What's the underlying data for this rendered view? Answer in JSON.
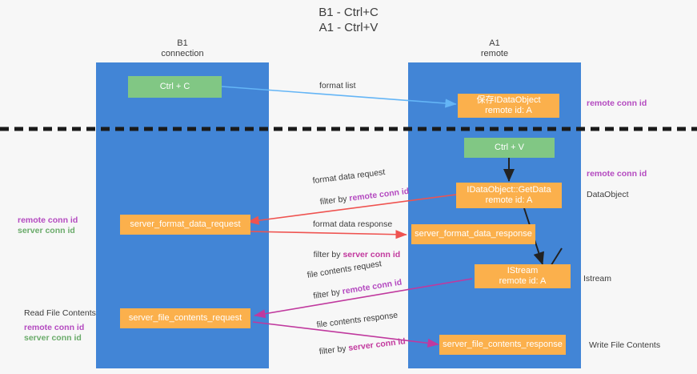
{
  "title": "B1 - Ctrl+C\nA1 - Ctrl+V",
  "lanes": [
    {
      "id": "b1",
      "header": "B1\nconnection"
    },
    {
      "id": "a1",
      "header": "A1\nremote"
    }
  ],
  "nodes": [
    {
      "id": "ctrl-c",
      "label": "Ctrl + C",
      "color": "green"
    },
    {
      "id": "save-idataobject",
      "label": "保存IDataObject\nremote id: A",
      "color": "orange"
    },
    {
      "id": "ctrl-v",
      "label": "Ctrl + V",
      "color": "green"
    },
    {
      "id": "idataobject-getdata",
      "label": "IDataObject::GetData\nremote id: A",
      "color": "orange"
    },
    {
      "id": "server-format-data-request",
      "label": "server_format_data_request",
      "color": "orange"
    },
    {
      "id": "server-format-data-response",
      "label": "server_format_data_response",
      "color": "orange"
    },
    {
      "id": "istream",
      "label": "IStream\nremote id: A",
      "color": "orange"
    },
    {
      "id": "server-file-contents-request",
      "label": "server_file_contents_request",
      "color": "orange"
    },
    {
      "id": "server-file-contents-response",
      "label": "server_file_contents_response",
      "color": "orange"
    }
  ],
  "edge_labels": {
    "format_list": "format list",
    "format_data_request": "format data request",
    "format_data_request_filter_prefix": "filter by ",
    "format_data_request_filter_key": "remote conn id",
    "format_data_response": "format data response",
    "format_data_response_filter_prefix": "filter by ",
    "format_data_response_filter_key": "server conn id",
    "file_contents_request": "file contents request",
    "file_contents_request_filter_prefix": "filter by ",
    "file_contents_request_filter_key": "remote conn id",
    "file_contents_response": "file contents response",
    "file_contents_response_filter_prefix": "filter by ",
    "file_contents_response_filter_key": "server conn id"
  },
  "side_labels": {
    "right_remote_conn_id_top": "remote conn id",
    "right_remote_conn_id_mid": "remote conn id",
    "right_dataobject": "DataObject",
    "right_istream": "Istream",
    "right_write_file_contents": "Write File Contents",
    "left_remote_conn_id": "remote conn id",
    "left_server_conn_id": "server conn id",
    "left_read_file_contents": "Read File Contents",
    "left_remote_conn_id_2": "remote conn id",
    "left_server_conn_id_2": "server conn id"
  },
  "colors": {
    "lane": "#4285d6",
    "green_node": "#81c784",
    "orange_node": "#fbb04c",
    "purple": "#b44ac0",
    "green_text": "#6aab6a",
    "pink": "#c2399e",
    "red_arrow": "#ef5350",
    "blue_arrow": "#64b5f6",
    "magenta_arrow": "#c0399e",
    "dark_arrow": "#222222",
    "divider": "#1a1a1a",
    "background": "#f7f7f7"
  }
}
